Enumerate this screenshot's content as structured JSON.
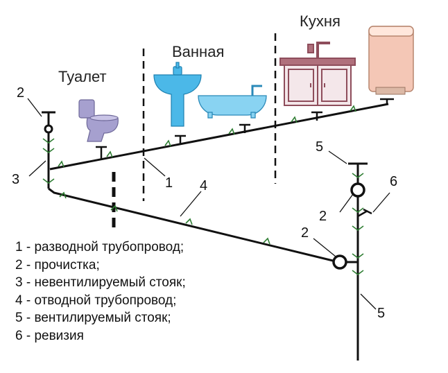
{
  "rooms": {
    "toilet": "Туалет",
    "bathroom": "Ванная",
    "kitchen": "Кухня"
  },
  "callouts": {
    "n1": "1",
    "n2a": "2",
    "n2b": "2",
    "n2c": "2",
    "n3": "3",
    "n4": "4",
    "n5a": "5",
    "n5b": "5",
    "n6": "6"
  },
  "legend": [
    "1 - разводной трубопровод;",
    "2 - прочистка;",
    "3 - невентилируемый стояк;",
    "4 - отводной трубопровод;",
    "5 - вентилируемый стояк;",
    "6 - ревизия"
  ],
  "colors": {
    "pipe": "#111111",
    "fixture_blue": "#4bb8e8",
    "toilet_purple": "#a6a0cf",
    "cabinet_rose": "#b0707c",
    "boiler_peach": "#f4c7b6"
  }
}
